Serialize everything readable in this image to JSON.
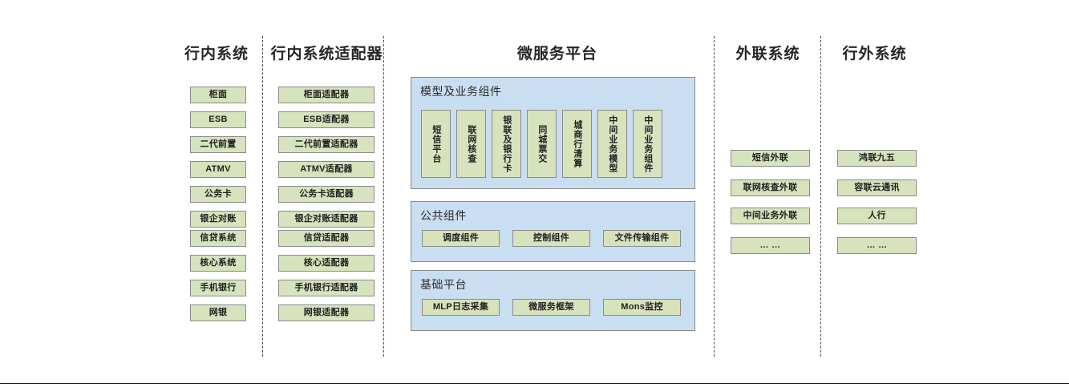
{
  "diagram": {
    "title_hidden": "",
    "columns": [
      {
        "id": "internal-systems",
        "title": "行内系统",
        "items": [
          "柜面",
          "ESB",
          "二代前置",
          "ATMV",
          "公务卡",
          "银企对账",
          "信贷系统",
          "核心系统",
          "手机银行",
          "网银"
        ]
      },
      {
        "id": "internal-adapters",
        "title": "行内系统适配器",
        "items": [
          "柜面适配器",
          "ESB适配器",
          "二代前置适配器",
          "ATMV适配器",
          "公务卡适配器",
          "银企对账适配器",
          "信贷适配器",
          "核心适配器",
          "手机银行适配器",
          "网银适配器"
        ]
      },
      {
        "id": "microservice-platform",
        "title": "微服务平台",
        "groups": [
          {
            "id": "model-business-components",
            "label": "模型及业务组件",
            "orientation": "vertical",
            "items": [
              "短信平台",
              "联网核查",
              "银联及银行卡",
              "同城票交",
              "城商行清算",
              "中间业务模型",
              "中间业务组件"
            ]
          },
          {
            "id": "public-components",
            "label": "公共组件",
            "orientation": "horizontal",
            "items": [
              "调度组件",
              "控制组件",
              "文件传输组件"
            ]
          },
          {
            "id": "base-platform",
            "label": "基础平台",
            "orientation": "horizontal",
            "items": [
              "MLP日志采集",
              "微服务框架",
              "Mons监控"
            ]
          }
        ]
      },
      {
        "id": "external-link-systems",
        "title": "外联系统",
        "items": [
          "短信外联",
          "联网核查外联",
          "中间业务外联",
          "… …"
        ]
      },
      {
        "id": "outside-bank-systems",
        "title": "行外系统",
        "items": [
          "鸿联九五",
          "容联云通讯",
          "人行",
          "… …"
        ]
      }
    ],
    "colors": {
      "leaf_fill": "#d7e3bd",
      "leaf_border": "#8a8a8a",
      "panel_fill": "#cadef2",
      "panel_border": "#8a8a8a",
      "divider": "#4d4d4d",
      "text": "#1f1f1f",
      "title_text": "#262626"
    }
  }
}
